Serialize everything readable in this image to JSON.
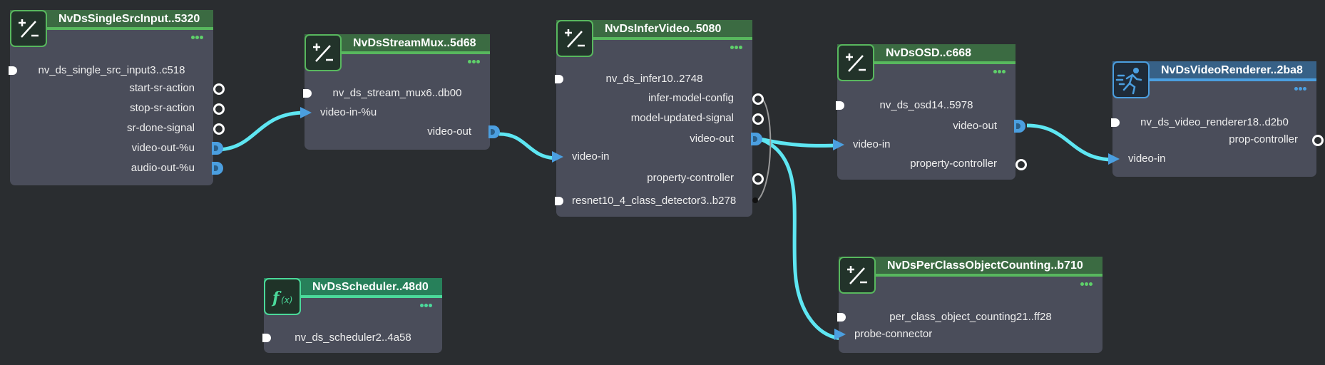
{
  "nodes": {
    "single_src": {
      "title": "NvDsSingleSrcInput..5320",
      "component": "nv_ds_single_src_input3..c518",
      "ports": [
        "start-sr-action",
        "stop-sr-action",
        "sr-done-signal",
        "video-out-%u",
        "audio-out-%u"
      ],
      "icon": "plus-minus-icon"
    },
    "stream_mux": {
      "title": "NvDsStreamMux..5d68",
      "component": "nv_ds_stream_mux6..db00",
      "ports": [
        "video-in-%u",
        "video-out"
      ],
      "icon": "plus-minus-icon"
    },
    "infer_video": {
      "title": "NvDsInferVideo..5080",
      "component": "nv_ds_infer10..2748",
      "ports": [
        "infer-model-config",
        "model-updated-signal",
        "video-out",
        "video-in",
        "property-controller",
        "resnet10_4_class_detector3..b278"
      ],
      "icon": "plus-minus-icon"
    },
    "osd": {
      "title": "NvDsOSD..c668",
      "component": "nv_ds_osd14..5978",
      "ports": [
        "video-out",
        "video-in",
        "property-controller"
      ],
      "icon": "plus-minus-icon"
    },
    "renderer": {
      "title": "NvDsVideoRenderer..2ba8",
      "component": "nv_ds_video_renderer18..d2b0",
      "ports": [
        "prop-controller",
        "video-in"
      ],
      "icon": "running-person-icon"
    },
    "counting": {
      "title": "NvDsPerClassObjectCounting..b710",
      "component": "per_class_object_counting21..ff28",
      "ports": [
        "probe-connector"
      ],
      "icon": "plus-minus-icon"
    },
    "scheduler": {
      "title": "NvDsScheduler..48d0",
      "component": "nv_ds_scheduler2..4a58",
      "icon": "function-icon"
    }
  },
  "colors": {
    "canvas": "#2a2d30",
    "node_body": "#4a4d5a",
    "header_green": "#3b6b42",
    "header_blue": "#376187",
    "header_teal": "#27805a",
    "wire": "#5ee6f2",
    "video_pin": "#4b9fe0"
  }
}
